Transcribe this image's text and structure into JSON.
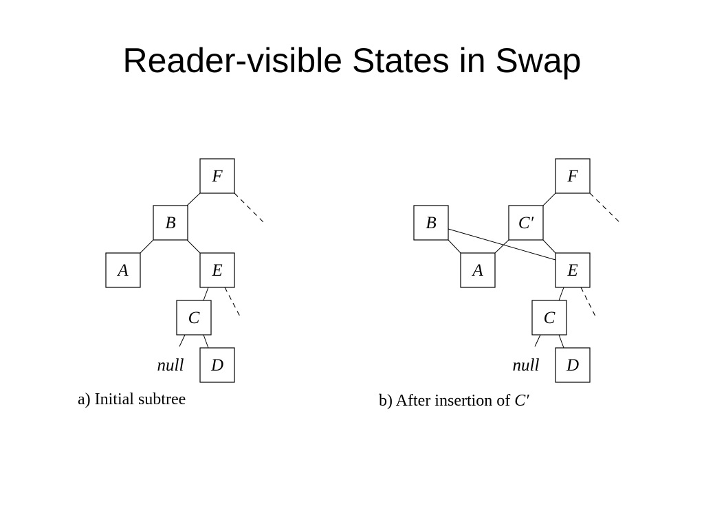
{
  "slide": {
    "title": "Reader-visible States in Swap"
  },
  "diagram_a": {
    "caption": "a) Initial subtree",
    "nodes": {
      "F": "F",
      "B": "B",
      "A": "A",
      "E": "E",
      "C": "C",
      "D": "D"
    },
    "null_label": "null"
  },
  "diagram_b": {
    "caption_prefix": "b) After insertion of ",
    "caption_symbol": "C′",
    "nodes": {
      "F": "F",
      "B": "B",
      "C_prime": "C′",
      "A": "A",
      "E": "E",
      "C": "C",
      "D": "D"
    },
    "null_label": "null"
  }
}
